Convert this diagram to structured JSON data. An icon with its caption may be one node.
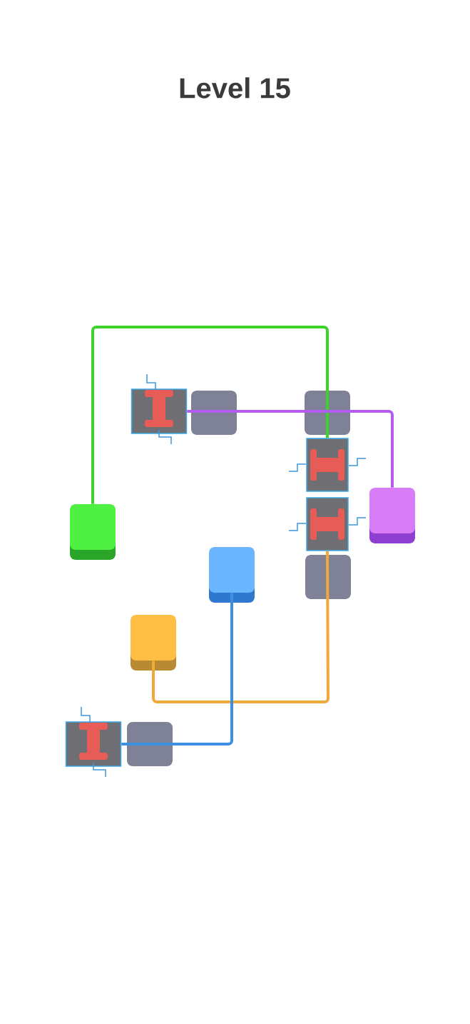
{
  "diagram": {
    "title": "Level 15",
    "nodes": [
      {
        "text": [],
        "shape": "picture"
      },
      {
        "text": [],
        "shape": "picture"
      },
      {
        "text": [],
        "shape": "picture"
      },
      {
        "text": [],
        "shape": "box"
      },
      {
        "text": [],
        "shape": "box"
      },
      {
        "text": [],
        "shape": "box"
      },
      {
        "text": [],
        "shape": "box"
      },
      {
        "text": [],
        "shape": "picture"
      }
    ],
    "edges": [
      {
        "from": 4,
        "to": 1,
        "arrow": "none",
        "color": "#3ed12a"
      },
      {
        "from": 3,
        "to": 0,
        "arrow": "none",
        "color": "#b45cf0"
      },
      {
        "from": 6,
        "to": 2,
        "arrow": "none",
        "color": "#f2a93b"
      },
      {
        "from": 5,
        "to": 7,
        "arrow": "none",
        "color": "#3d8fe0"
      }
    ]
  }
}
